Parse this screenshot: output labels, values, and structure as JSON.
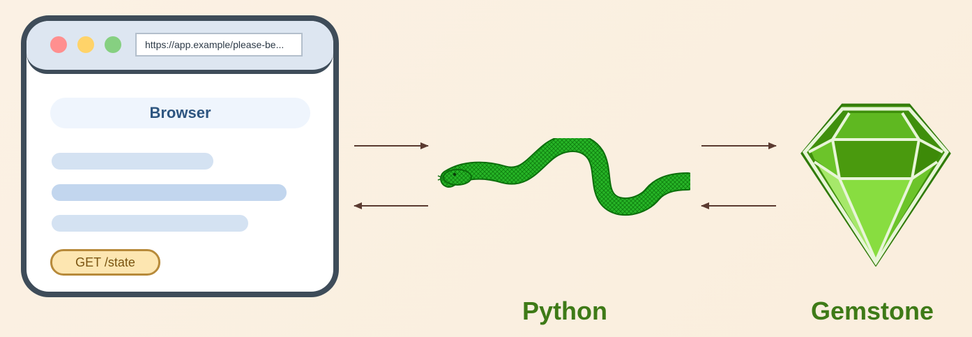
{
  "browser": {
    "url": "https://app.example/please-be...",
    "title": "Browser",
    "request_badge": "GET /state",
    "colors": {
      "frame": "#3e4c59",
      "titlebar": "#dde6f1",
      "dot_red": "#ff8f8f",
      "dot_yellow": "#ffd369",
      "dot_green": "#86d081"
    }
  },
  "nodes": {
    "python": {
      "label": "Python",
      "icon": "snake-icon"
    },
    "gemstone": {
      "label": "Gemstone",
      "icon": "gem-icon"
    }
  },
  "colors": {
    "label": "#3e7a17",
    "arrow": "#5a3a30",
    "snake": "#1fa81f",
    "gem": "#4e9c12"
  }
}
